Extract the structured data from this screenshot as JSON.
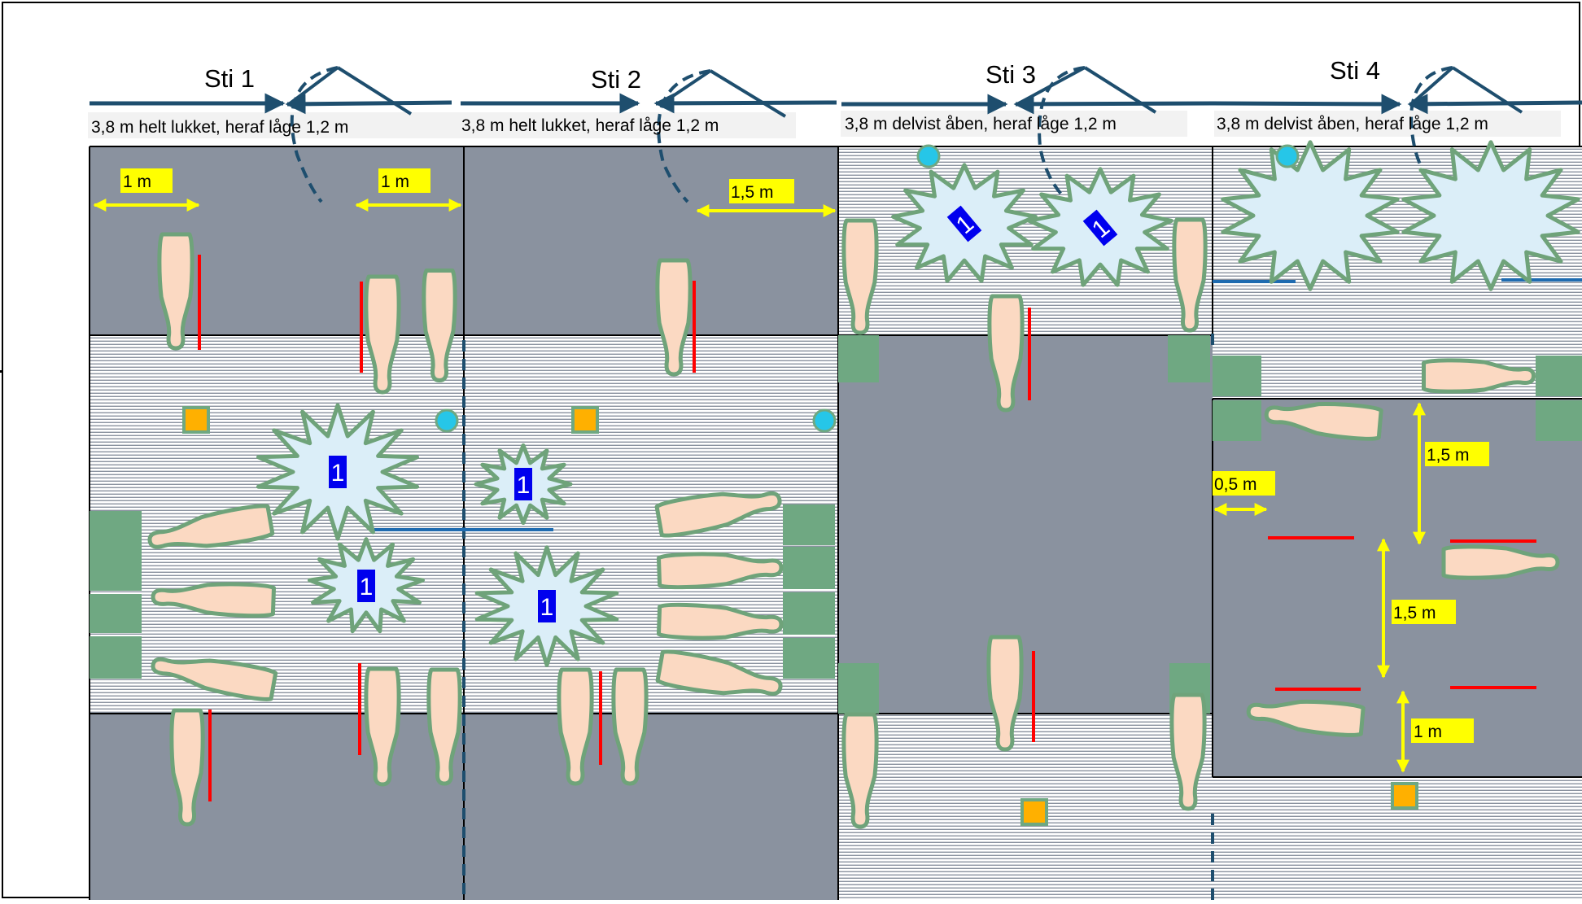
{
  "pens": [
    {
      "title": "Sti 1",
      "width_label": "3,8 m helt lukket, heraf låge 1,2 m",
      "measure_labels": [
        "1 m",
        "1 m"
      ],
      "markers": [
        "1",
        "1"
      ]
    },
    {
      "title": "Sti 2",
      "width_label": "3,8 m helt lukket, heraf låge 1,2 m",
      "measure_labels": [
        "1,5 m"
      ],
      "markers": [
        "1",
        "1"
      ]
    },
    {
      "title": "Sti 3",
      "width_label": "3,8 m delvist åben, heraf låge 1,2 m",
      "measure_labels": [],
      "markers": [
        "1",
        "1"
      ]
    },
    {
      "title": "Sti 4",
      "width_label": "3,8 m delvist åben, heraf låge 1,2 m",
      "measure_labels": [
        "1,5 m",
        "0,5 m",
        "1,5 m",
        "1 m"
      ],
      "markers": []
    }
  ],
  "colors": {
    "floor_solid": "#8a929f",
    "floor_slatted": "#ffffff",
    "slat_line": "#8a929f",
    "animal_fill": "#fbd9c2",
    "animal_outline": "#6fa37a",
    "feeder": "#6fa882",
    "star_fill": "#dbeef8",
    "star_outline": "#6fa37a",
    "marker_fill": "#0000ee",
    "label_bg": "#ffff00",
    "measure_arrow": "#ffff00",
    "separator": "#ff0000",
    "drinker": "#26c6e8",
    "bowl": "#ffb000",
    "bowl_border": "#6fa882",
    "gate": "#1e4e6e",
    "top_arrow": "#1e4e6e",
    "blue_bar": "#1e6bb0"
  }
}
